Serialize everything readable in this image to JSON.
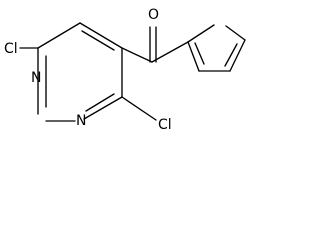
{
  "molecule": {
    "atom_labels": {
      "cl_top": "Cl",
      "cl_right": "Cl",
      "oxygen": "O",
      "nitrogen_1": "N",
      "nitrogen_2": "N"
    },
    "ring_bond_color": "#000000"
  }
}
